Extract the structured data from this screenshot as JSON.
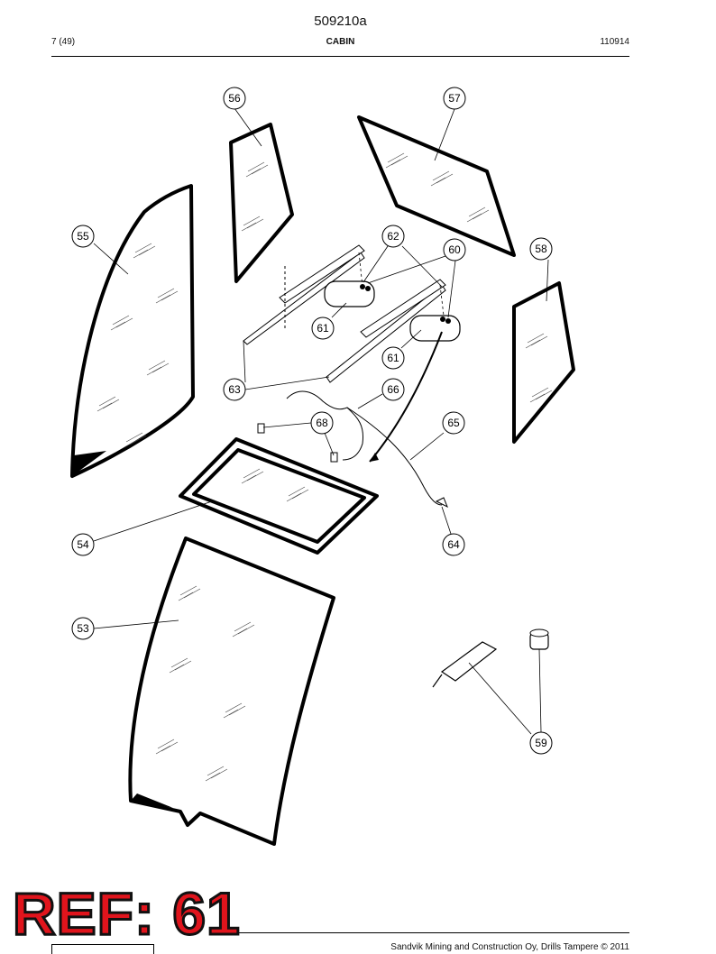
{
  "header": {
    "doc_id": "509210a",
    "page": "7 (49)",
    "section": "CABIN",
    "date_code": "110914"
  },
  "footer": {
    "copyright": "Sandvik Mining and Construction Oy, Drills Tampere © 2011"
  },
  "ref_stamp": "REF: 61",
  "callouts": [
    {
      "id": "c56",
      "label": "56"
    },
    {
      "id": "c57",
      "label": "57"
    },
    {
      "id": "c55",
      "label": "55"
    },
    {
      "id": "c62",
      "label": "62"
    },
    {
      "id": "c60",
      "label": "60"
    },
    {
      "id": "c58",
      "label": "58"
    },
    {
      "id": "c61a",
      "label": "61"
    },
    {
      "id": "c61b",
      "label": "61"
    },
    {
      "id": "c63",
      "label": "63"
    },
    {
      "id": "c66",
      "label": "66"
    },
    {
      "id": "c68",
      "label": "68"
    },
    {
      "id": "c65",
      "label": "65"
    },
    {
      "id": "c54",
      "label": "54"
    },
    {
      "id": "c64",
      "label": "64"
    },
    {
      "id": "c53",
      "label": "53"
    },
    {
      "id": "c59",
      "label": "59"
    }
  ]
}
